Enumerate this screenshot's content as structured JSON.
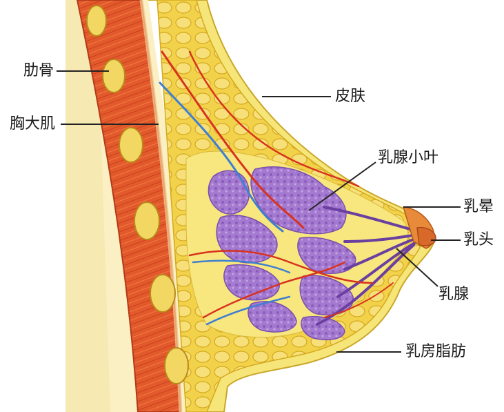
{
  "labels": {
    "rib": "肋骨",
    "pectoralis_major": "胸大肌",
    "skin": "皮肤",
    "mammary_lobule": "乳腺小叶",
    "areola": "乳晕",
    "nipple": "乳头",
    "mammary_gland": "乳腺",
    "breast_fat": "乳房脂肪"
  },
  "colors": {
    "skin_yellow": "#f6e67a",
    "fat_yellow": "#f2d24a",
    "muscle_red": "#e0502a",
    "gland_purple": "#9b6cc8",
    "vessel_blue": "#3f7fd0",
    "vessel_red": "#d8321e",
    "chest_wall": "#fbf0c4"
  }
}
